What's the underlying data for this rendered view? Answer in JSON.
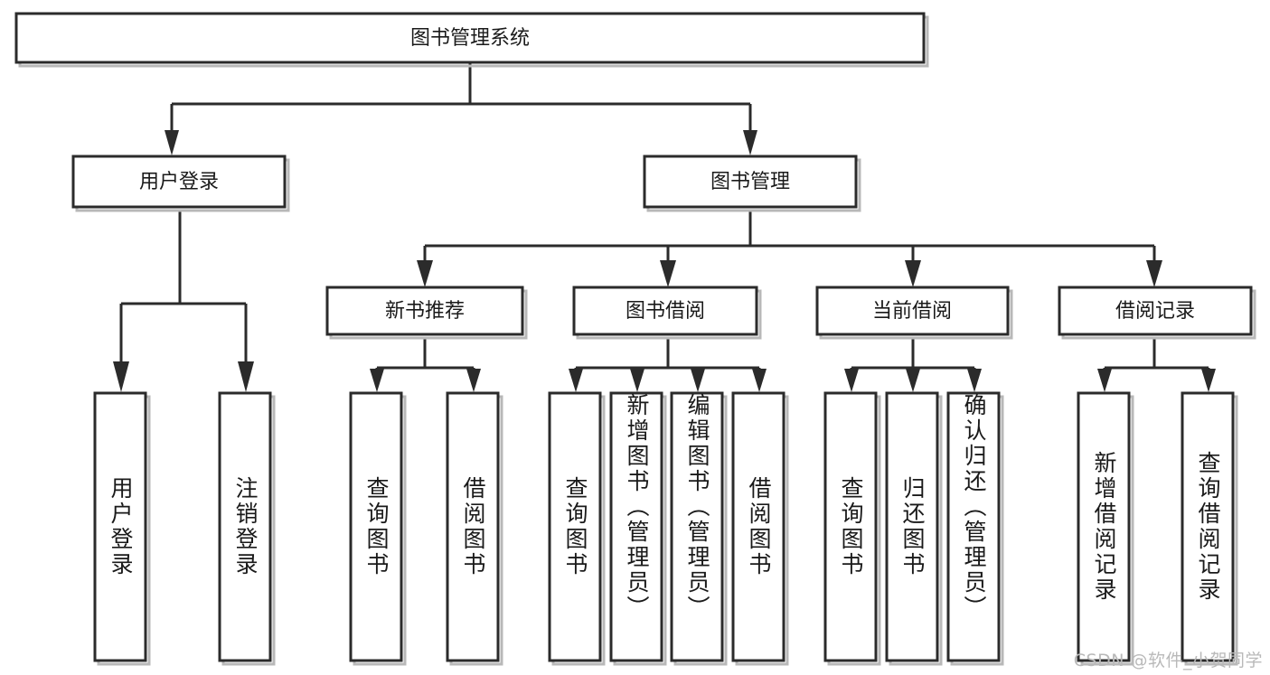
{
  "diagram": {
    "type": "tree",
    "title": "图书管理系统",
    "watermark": "CSDN @软件_小贺同学",
    "colors": {
      "background": "#ffffff",
      "box_fill": "#ffffff",
      "box_stroke": "#2b2b2b",
      "connector": "#2b2b2b",
      "shadow": "#bdbdbd",
      "text": "#1a1a1a",
      "watermark_text": "#b9b9b9"
    },
    "root": {
      "label": "图书管理系统"
    },
    "level1": [
      {
        "label": "用户登录"
      },
      {
        "label": "图书管理"
      }
    ],
    "level2": [
      {
        "label": "新书推荐"
      },
      {
        "label": "图书借阅"
      },
      {
        "label": "当前借阅"
      },
      {
        "label": "借阅记录"
      }
    ],
    "leaves": {
      "user_login": [
        {
          "label": "用户登录"
        },
        {
          "label": "注销登录"
        }
      ],
      "new_book_recommend": [
        {
          "label": "查询图书"
        },
        {
          "label": "借阅图书"
        }
      ],
      "book_borrow": [
        {
          "label": "查询图书"
        },
        {
          "label": "新增图书（管理员）"
        },
        {
          "label": "编辑图书（管理员）"
        },
        {
          "label": "借阅图书"
        }
      ],
      "current_borrow": [
        {
          "label": "查询图书"
        },
        {
          "label": "归还图书"
        },
        {
          "label": "确认归还（管理员）"
        }
      ],
      "borrow_record": [
        {
          "label": "新增借阅记录"
        },
        {
          "label": "查询借阅记录"
        }
      ]
    }
  }
}
